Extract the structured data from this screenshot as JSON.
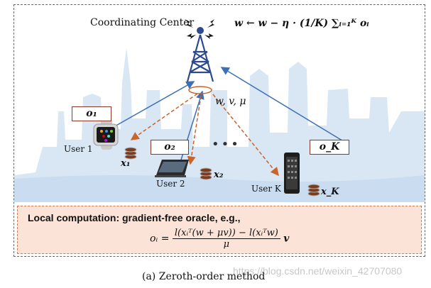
{
  "coordinating_center": {
    "label": "Coordinating Center",
    "update_rule": "w ← w − η · (1/K) ∑ᵢ₌₁ᴷ oᵢ",
    "broadcast_params": "w, v, μ"
  },
  "messages": {
    "o1": "o₁",
    "o2": "o₂",
    "oK": "o_K"
  },
  "users": {
    "user1": "User 1",
    "user2": "User 2",
    "userK": "User K",
    "x1": "x₁",
    "x2": "x₂",
    "xK": "x_K"
  },
  "ellipsis": "•••",
  "local_computation": {
    "title": "Local computation: gradient-free oracle, e.g.,",
    "lhs": "oᵢ =",
    "numerator": "l(xᵢᵀ(w + μv)) − l(xᵢᵀw)",
    "denominator": "μ",
    "rhs": "v"
  },
  "caption": "(a)  Zeroth-order method",
  "watermark": "https://blog.csdn.net/weixin_42707080",
  "colors": {
    "upload_arrow": "#3d6fb5",
    "broadcast_arrow": "#c8642c",
    "message_box_border": "#8b3a2a",
    "local_box_fill": "#fbe3d7",
    "skyline": "#d9e7f5",
    "tower": "#2c4a8c"
  }
}
